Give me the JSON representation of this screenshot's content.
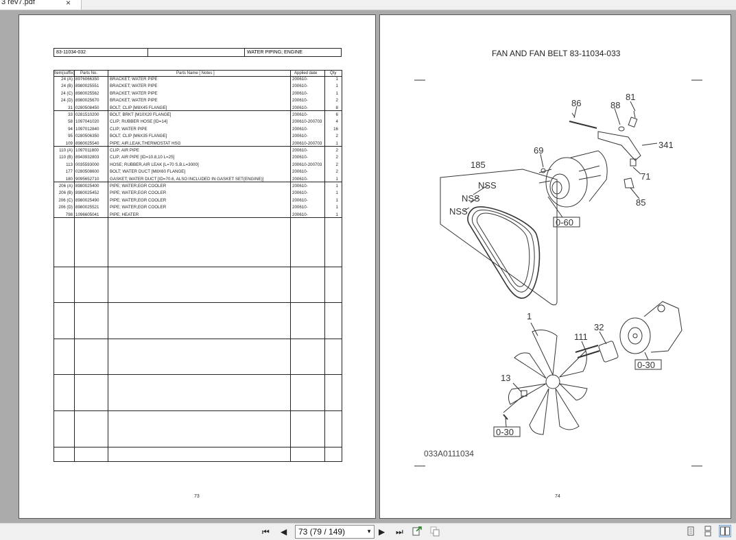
{
  "tab": {
    "title": "3 rev7.pdf",
    "close": "×"
  },
  "left_page": {
    "header": {
      "code": "83-11034-032",
      "middle": "",
      "title": "WATER PIPING; ENGINE"
    },
    "columns": [
      "Item(suffix)",
      "Parts No.",
      "Parts Name  [ Notes ]",
      "Applied date",
      "Qty"
    ],
    "rows": [
      {
        "item": "24 (A)",
        "no": "8976066350",
        "name": "BRACKET; WATER PIPE",
        "date": "200610-",
        "qty": "1"
      },
      {
        "item": "24 (B)",
        "no": "8980025551",
        "name": "BRACKET; WATER PIPE",
        "date": "200610-",
        "qty": "1"
      },
      {
        "item": "24 (C)",
        "no": "8980025562",
        "name": "BRACKET; WATER PIPE",
        "date": "200610-",
        "qty": "1"
      },
      {
        "item": "24 (D)",
        "no": "8980025670",
        "name": "BRACKET; WATER PIPE",
        "date": "200610-",
        "qty": "2"
      },
      {
        "item": "31",
        "no": "0280508450",
        "name": "BOLT; CLIP  [M8X45 FLANGE]",
        "date": "200610-",
        "qty": "8"
      },
      {
        "item": "33",
        "no": "0281510200",
        "name": "BOLT; BRKT  [M10X20 FLANGE]",
        "date": "200610-",
        "qty": "6"
      },
      {
        "item": "58",
        "no": "1097041020",
        "name": "CLIP; RUBBER HOSE  [ID=14]",
        "date": "200610-200703",
        "qty": "4"
      },
      {
        "item": "94",
        "no": "1097012840",
        "name": "CLIP; WATER PIPE",
        "date": "200610-",
        "qty": "16"
      },
      {
        "item": "95",
        "no": "0280506350",
        "name": "BOLT; CLIP  [M6X35 FLANGE]",
        "date": "200610-",
        "qty": "2"
      },
      {
        "item": "109",
        "no": "8980025540",
        "name": "PIPE; AIR.LEAK,THERMOSTAT HSG",
        "date": "200610-200703",
        "qty": "1"
      },
      {
        "item": "110 (A)",
        "no": "1097011800",
        "name": "CLIP; AIR PIPE",
        "date": "200610-",
        "qty": "2"
      },
      {
        "item": "110 (B)",
        "no": "8943932803",
        "name": "CLIP; AIR PIPE  [ID=10.8,10 L=25]",
        "date": "200610-",
        "qty": "2"
      },
      {
        "item": "113",
        "no": "0035593000",
        "name": "HOSE; RUBBER,AIR LEAK  [L=70 S.B.L=3000]",
        "date": "200610-200703",
        "qty": "2"
      },
      {
        "item": "177",
        "no": "0280508600",
        "name": "BOLT; WATER DUCT  [M8X60 FLANGE]",
        "date": "200610-",
        "qty": "2"
      },
      {
        "item": "180",
        "no": "9095652710",
        "name": "GASKET; WATER DUCT  [ID=70.6, ALSO INCLUDED IN GASKET SET(ENGINE)]",
        "date": "200610-",
        "qty": "1"
      },
      {
        "item": "206 (A)",
        "no": "8980025400",
        "name": "PIPE; WATER,EGR COOLER",
        "date": "200610-",
        "qty": "1"
      },
      {
        "item": "206 (B)",
        "no": "8980025452",
        "name": "PIPE; WATER,EGR COOLER",
        "date": "200610-",
        "qty": "1"
      },
      {
        "item": "206 (C)",
        "no": "8980025490",
        "name": "PIPE; WATER,EGR COOLER",
        "date": "200610-",
        "qty": "1"
      },
      {
        "item": "206 (D)",
        "no": "8980025521",
        "name": "PIPE; WATER,EGR COOLER",
        "date": "200610-",
        "qty": "1"
      },
      {
        "item": "798",
        "no": "1096605041",
        "name": "PIPE; HEATER",
        "date": "200610-",
        "qty": "1"
      }
    ],
    "page_number": "73"
  },
  "right_page": {
    "title": "FAN AND FAN BELT  83-11034-033",
    "callouts": {
      "c86": "86",
      "c88": "88",
      "c81": "81",
      "c341": "341",
      "c69": "69",
      "c71": "71",
      "c85": "85",
      "c185": "185",
      "nss1": "NSS",
      "nss2": "NSS",
      "nss3": "NSS",
      "ref060": "0-60",
      "c1": "1",
      "c32": "32",
      "c111": "111",
      "c13": "13",
      "ref030a": "0-30",
      "ref030b": "0-30"
    },
    "drawing_code": "033A0111034",
    "page_number": "74"
  },
  "toolbar": {
    "page_field": "73 (79 / 149)",
    "first": "⏮",
    "prev": "◀",
    "next": "▶",
    "last": "⏭"
  }
}
